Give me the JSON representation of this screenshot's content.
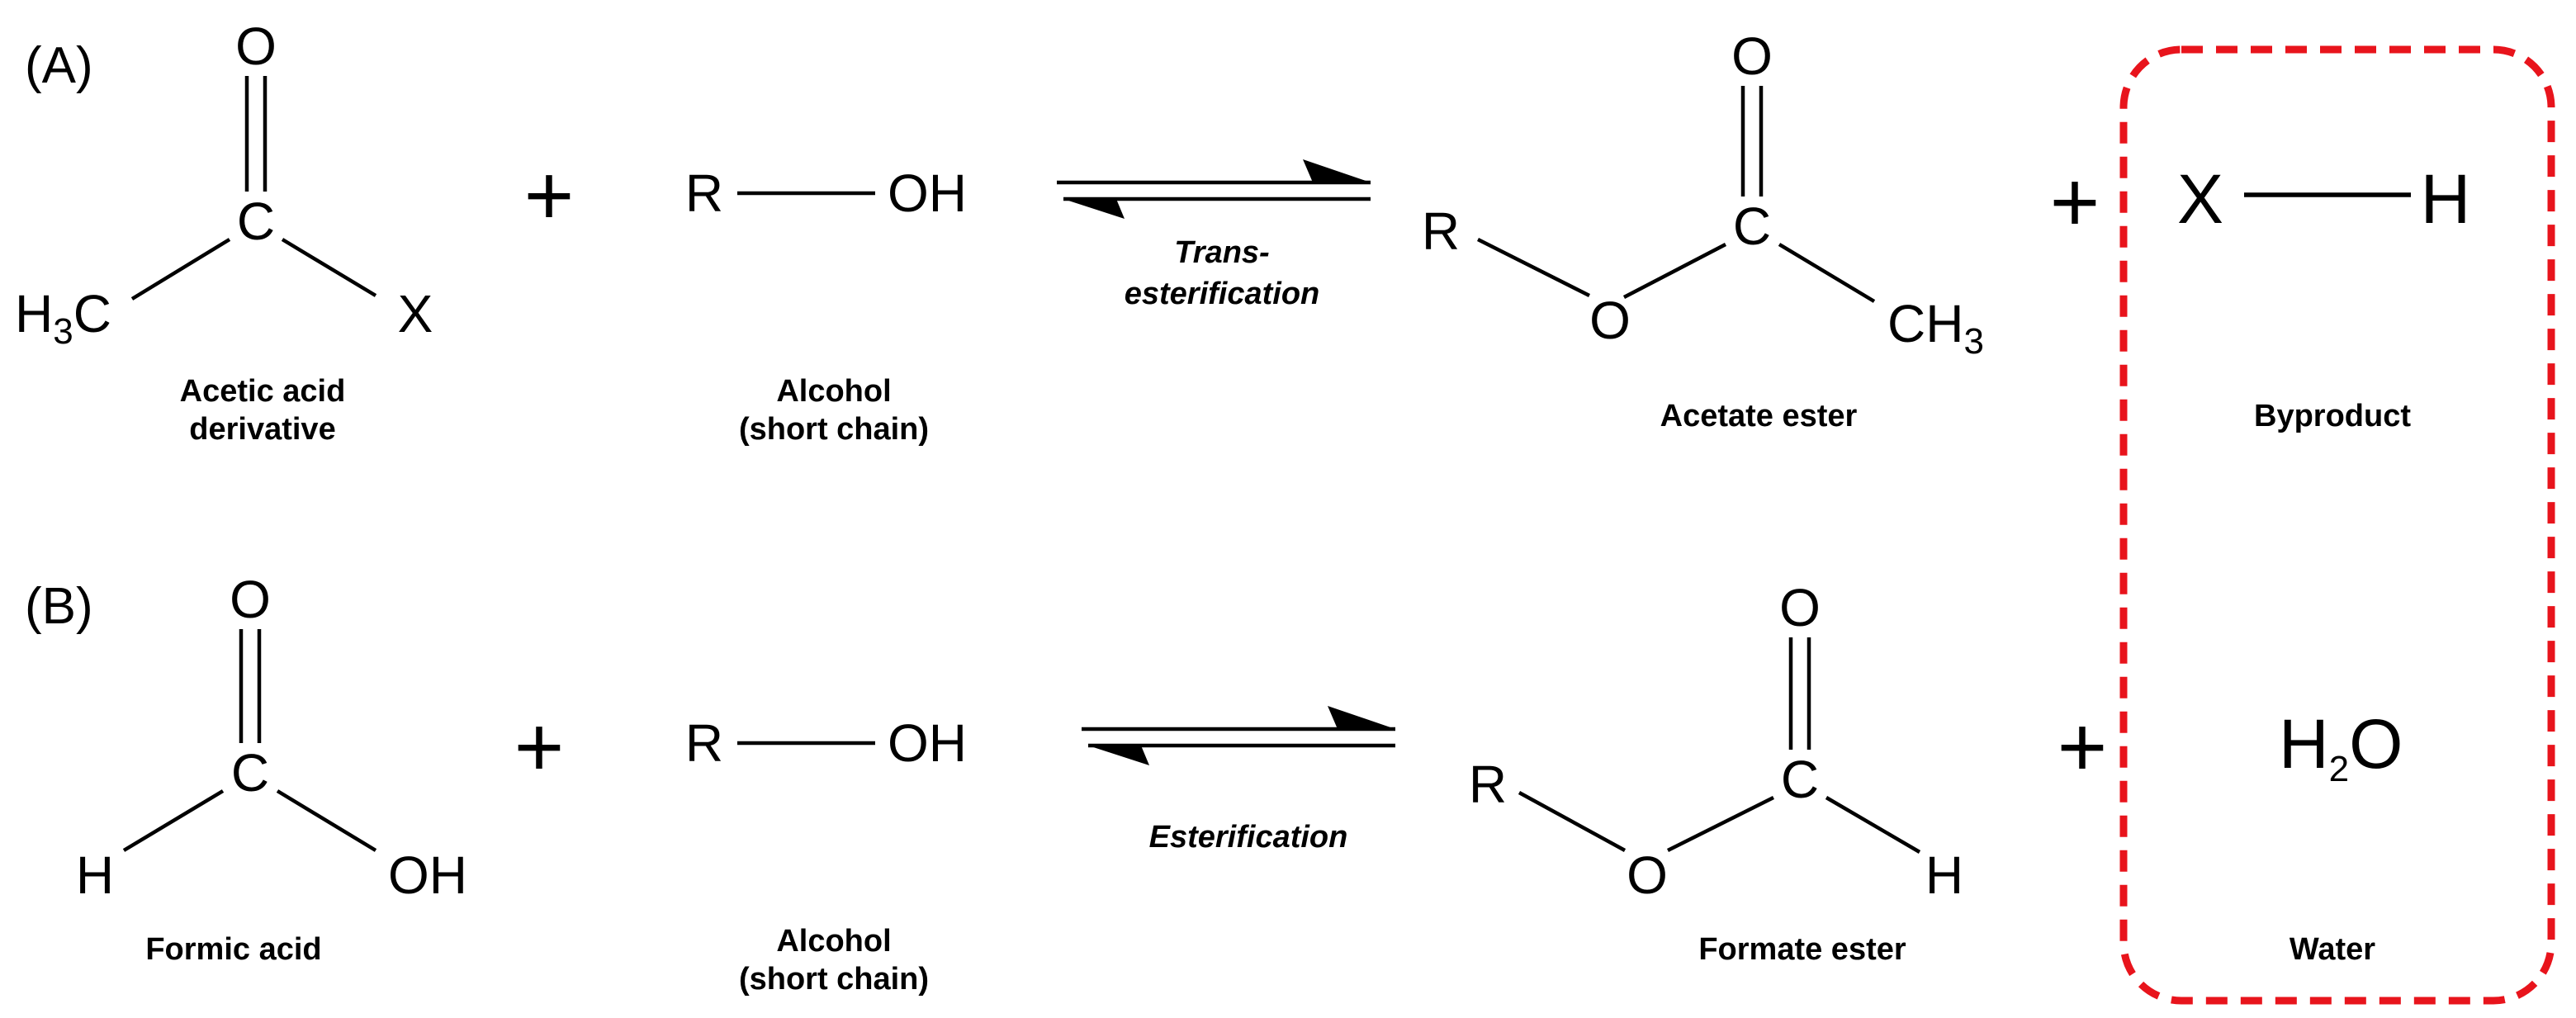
{
  "panel_a": {
    "label": "(A)",
    "reactant_1": {
      "atoms": {
        "carbonyl_o": "O",
        "carbonyl_c": "C",
        "methyl": "H",
        "methyl_sub": "3",
        "methyl_c": "C",
        "leaving": "X"
      },
      "caption_lines": [
        "Acetic acid",
        "derivative"
      ]
    },
    "plus_1": "+",
    "reactant_2": {
      "atoms": {
        "r": "R",
        "oh": "OH"
      },
      "caption_lines": [
        "Alcohol",
        "(short chain)"
      ]
    },
    "condition_lines": [
      "Trans-",
      "esterification"
    ],
    "product": {
      "atoms": {
        "carbonyl_o": "O",
        "carbonyl_c": "C",
        "r": "R",
        "ester_o": "O",
        "methyl_c": "CH",
        "methyl_sub": "3"
      },
      "caption": "Acetate ester"
    },
    "plus_2": "+",
    "byproduct": {
      "atoms": {
        "x": "X",
        "h": "H"
      },
      "caption": "Byproduct"
    }
  },
  "panel_b": {
    "label": "(B)",
    "reactant_1": {
      "atoms": {
        "carbonyl_o": "O",
        "carbonyl_c": "C",
        "h": "H",
        "oh": "OH"
      },
      "caption": "Formic acid"
    },
    "plus_1": "+",
    "reactant_2": {
      "atoms": {
        "r": "R",
        "oh": "OH"
      },
      "caption_lines": [
        "Alcohol",
        "(short chain)"
      ]
    },
    "condition": "Esterification",
    "product": {
      "atoms": {
        "carbonyl_o": "O",
        "carbonyl_c": "C",
        "r": "R",
        "ester_o": "O",
        "h": "H"
      },
      "caption": "Formate ester"
    },
    "plus_2": "+",
    "byproduct": {
      "atoms": {
        "h": "H",
        "h_sub": "2",
        "o": "O"
      },
      "caption": "Water"
    }
  },
  "colors": {
    "highlight_box": "#e8141c",
    "ink": "#000000"
  }
}
